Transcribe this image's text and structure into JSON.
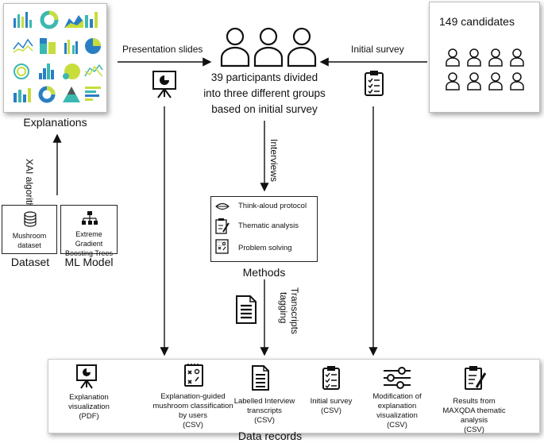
{
  "explanations": {
    "caption": "Explanations"
  },
  "xai_arrow_label": "XAI algorithms",
  "dataset": {
    "text": "Mushroom dataset",
    "caption": "Dataset"
  },
  "ml_model": {
    "text": "Extreme Gradient Boosting Trees",
    "caption": "ML Model"
  },
  "presentation_label": "Presentation slides",
  "initial_survey_label": "Initial survey",
  "participants_text": [
    "39 participants divided",
    "into three different groups",
    "based on initial survey"
  ],
  "candidates": {
    "title": "149 candidates"
  },
  "interviews_label": "Interviews",
  "methods": {
    "caption": "Methods",
    "items": [
      "Think-aloud protocol",
      "Thematic analysis",
      "Problem solving"
    ]
  },
  "transcripts_label": [
    "Transcripts",
    "tagging"
  ],
  "data_records": {
    "caption": "Data records",
    "items": [
      {
        "lines": [
          "Explanation",
          "visualization",
          "(PDF)"
        ]
      },
      {
        "lines": [
          "Explanation-guided",
          "mushroom classification",
          "by users",
          "(CSV)"
        ]
      },
      {
        "lines": [
          "Labelled Interview",
          "transcripts",
          "(CSV)"
        ]
      },
      {
        "lines": [
          "Initial survey",
          "(CSV)"
        ]
      },
      {
        "lines": [
          "Modification of",
          "explanation",
          "visualization",
          "(CSV)"
        ]
      },
      {
        "lines": [
          "Results from",
          "MAXQDA thematic",
          "analysis",
          "(CSV)"
        ]
      }
    ]
  },
  "colors": {
    "accent_green": "#c8dd3a",
    "accent_teal": "#3bb8b0",
    "accent_blue": "#2a7ec4",
    "line": "#111111"
  }
}
